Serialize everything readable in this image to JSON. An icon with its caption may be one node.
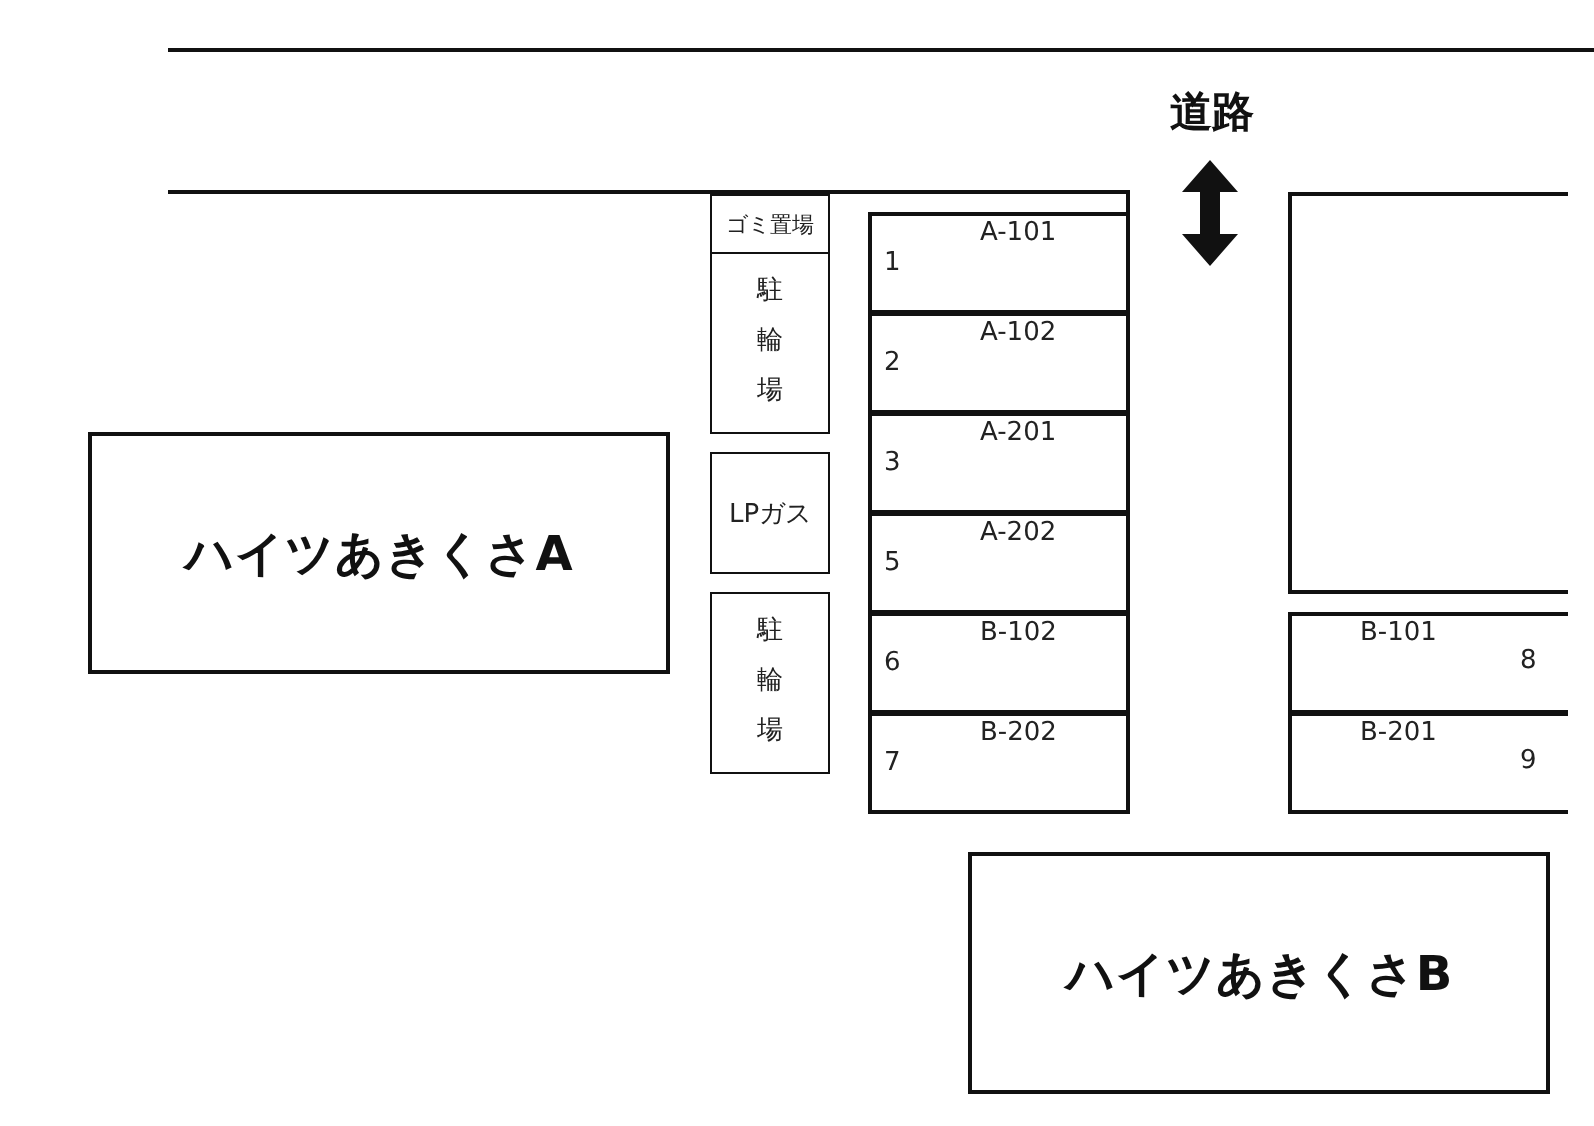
{
  "diagram": {
    "nodes": [
      {
        "text": [
          "ゴミ置場"
        ]
      },
      {
        "text": [
          "A-101",
          "1"
        ]
      },
      {
        "text": [],
        "shape": "box"
      },
      {
        "text": [
          "駐輪場"
        ]
      },
      {
        "text": [
          "A-102",
          "2"
        ]
      },
      {
        "text": [
          "A-201",
          "3"
        ]
      },
      {
        "text": [
          "ハイツあきくさA"
        ]
      },
      {
        "text": [
          "LPガス"
        ]
      },
      {
        "text": [
          "A-202",
          "5"
        ]
      },
      {
        "text": [
          "駐輪場"
        ]
      },
      {
        "text": [
          "B-102",
          "6"
        ]
      },
      {
        "text": [
          "B-101",
          "8"
        ]
      },
      {
        "text": [
          "B-202",
          "7"
        ]
      },
      {
        "text": [
          "B-201",
          "9"
        ]
      },
      {
        "text": [
          "ハイツあきくさB"
        ]
      }
    ],
    "edges": [],
    "labels": [
      "道路"
    ]
  }
}
